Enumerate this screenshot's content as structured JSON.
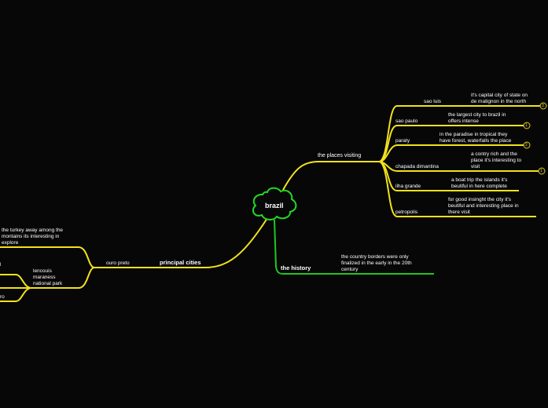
{
  "root": "brazil",
  "branches": {
    "places": {
      "label": "the places visiting",
      "items": [
        {
          "name": "sao luis",
          "note": "it's capital city of state on\nde matignon in the north",
          "badge": "3"
        },
        {
          "name": "sao paulo",
          "note": "the largest city to brazil in\noffers intense",
          "badge": "1"
        },
        {
          "name": "paraty",
          "note": "in the paradise in tropical they\nhave forest, waterfalls the place",
          "badge": "2"
        },
        {
          "name": "chapada dimantina",
          "note": "a contry rich and the\nplace it's interesting to\nvisit",
          "badge": "1"
        },
        {
          "name": "ilha grande",
          "note": "a boat trip the islands it's\nbeutiful in here complete",
          "badge": ""
        },
        {
          "name": "petropolis",
          "note": "for good insinght the city it's\nbeutiful and interesting place in\nthere visit",
          "badge": ""
        }
      ]
    },
    "history": {
      "label": "the history",
      "note": "the country borders were only\nfinalized in the early in the 20th\ncentury"
    },
    "cities": {
      "label": "principal cities",
      "sub": "ouro preto",
      "items": [
        {
          "text": "the turkey away among the\nmontains its interesting in\nexplore"
        },
        {
          "text": "lencouis\nmaraness\nnational park"
        }
      ],
      "cut_a": "l",
      "cut_b": "ro"
    }
  },
  "colors": {
    "background": "#070707",
    "branch": "#f2e21c",
    "history": "#1ec81e",
    "root_outline": "#22dd22",
    "text": "#ffffff"
  }
}
